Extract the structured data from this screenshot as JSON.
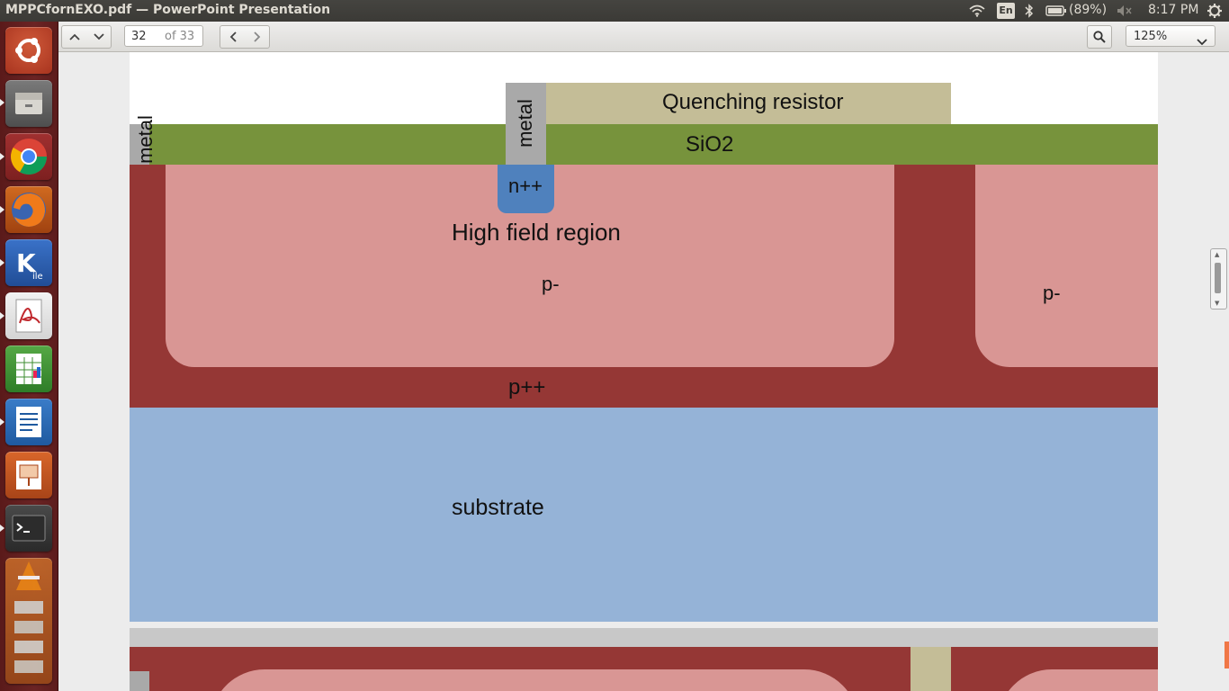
{
  "window": {
    "title": "MPPCfornEXO.pdf — PowerPoint Presentation"
  },
  "panel": {
    "language": "En",
    "battery": "(89%)",
    "clock": "8:17 PM"
  },
  "launcher": {
    "items": [
      {
        "name": "ubuntu-icon"
      },
      {
        "name": "files-icon"
      },
      {
        "name": "chrome-icon"
      },
      {
        "name": "firefox-icon"
      },
      {
        "name": "kile-icon"
      },
      {
        "name": "pdf-viewer-icon"
      },
      {
        "name": "calc-icon"
      },
      {
        "name": "writer-icon"
      },
      {
        "name": "impress-icon"
      },
      {
        "name": "terminal-icon"
      },
      {
        "name": "vlc-icon"
      }
    ]
  },
  "toolbar": {
    "page_number": "32",
    "page_total": "of 33",
    "zoom": "125%"
  },
  "slide": {
    "metal_left": "metal",
    "metal_center": "metal",
    "quenching_resistor": "Quenching resistor",
    "sio2": "SiO2",
    "n_plus": "n++",
    "high_field": "High field region",
    "p_minus_left": "p-",
    "p_minus_right": "p-",
    "p_plus": "p++",
    "substrate": "substrate"
  },
  "colors": {
    "metal": "#a9a9a9",
    "quench": "#c4bd97",
    "sio2": "#77933c",
    "p_plus": "#953735",
    "p_minus": "#d99694",
    "n_plus": "#4f81bd",
    "substrate": "#95b3d7"
  }
}
